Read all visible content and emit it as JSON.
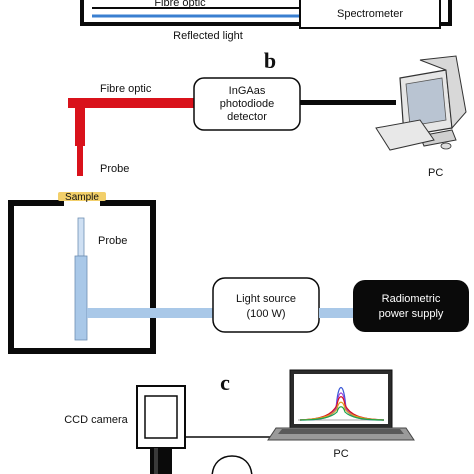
{
  "top": {
    "fibre_optic": "Fibre optic",
    "spectrometer": "Spectrometer",
    "reflected_light": "Reflected light"
  },
  "panel_b": {
    "letter": "b",
    "fibre_optic": "Fibre optic",
    "detector_line1": "InGAas",
    "detector_line2": "photodiode",
    "detector_line3": "detector",
    "pc": "PC",
    "probe_outer": "Probe",
    "sample": "Sample",
    "probe_inner": "Probe",
    "light_source_line1": "Light source",
    "light_source_line2": "(100 W)",
    "power_line1": "Radiometric",
    "power_line2": "power supply"
  },
  "panel_c": {
    "letter": "c",
    "ccd_camera": "CCD camera",
    "pc": "PC"
  },
  "colors": {
    "fibre_blue": "#a9c8e8",
    "probe_red": "#d9121b",
    "sample_yellow": "#f2cf6a",
    "frame_black": "#0a0a0a",
    "top_blue_line": "#3a7fd0"
  }
}
